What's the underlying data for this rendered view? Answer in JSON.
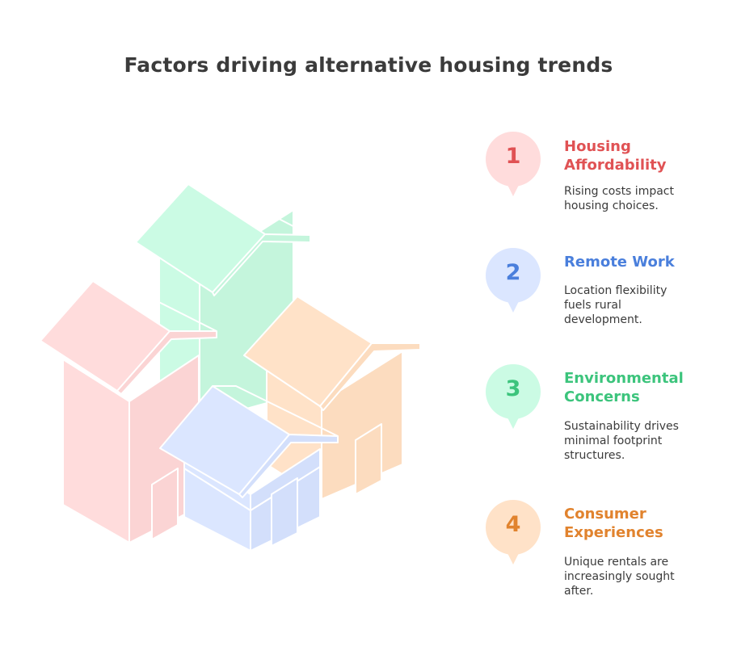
{
  "title": "Factors driving alternative housing trends",
  "items": [
    {
      "number": "1",
      "title": "Housing Affordability",
      "title_lines": [
        "Housing",
        "Affordability"
      ],
      "description_lines": [
        "Rising costs impact",
        "housing choices."
      ],
      "color": "#e05254",
      "fill": "#ffdcdc"
    },
    {
      "number": "2",
      "title": "Remote Work",
      "title_lines": [
        "Remote Work"
      ],
      "description_lines": [
        "Location flexibility",
        "fuels rural",
        "development."
      ],
      "color": "#4a7fdc",
      "fill": "#dbe6ff"
    },
    {
      "number": "3",
      "title": "Environmental Concerns",
      "title_lines": [
        "Environmental",
        "Concerns"
      ],
      "description_lines": [
        "Sustainability drives",
        "minimal footprint",
        "structures."
      ],
      "color": "#3cc47c",
      "fill": "#cbfbe4"
    },
    {
      "number": "4",
      "title": "Consumer Experiences",
      "title_lines": [
        "Consumer",
        "Experiences"
      ],
      "description_lines": [
        "Unique rentals are",
        "increasingly sought",
        "after."
      ],
      "color": "#e1832e",
      "fill": "#ffe2c8"
    }
  ],
  "house_colors": {
    "red": "#ffdcdc",
    "green": "#cbfbe4",
    "orange": "#ffe2c8",
    "blue": "#dbe6ff",
    "stroke": "#ffffff"
  }
}
